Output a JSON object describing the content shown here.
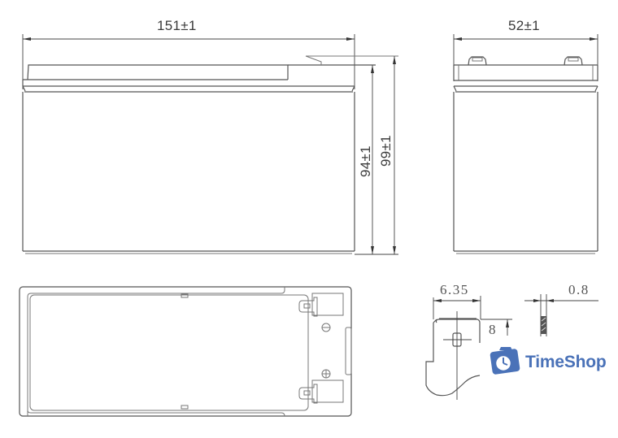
{
  "drawing": {
    "front_view": {
      "width_label": "151±1",
      "height_label_body": "94±1",
      "height_label_total": "99±1"
    },
    "side_view": {
      "width_label": "52±1"
    },
    "top_view": {
      "negative_symbol": "⊖",
      "positive_symbol": "⊕"
    },
    "terminal_detail": {
      "width_label": "6.35",
      "height_label": "8",
      "thickness_label": "0.8"
    }
  },
  "watermark": {
    "brand": "TimeShop",
    "icon": "briefcase-clock-icon",
    "color": "#4a72b8"
  }
}
